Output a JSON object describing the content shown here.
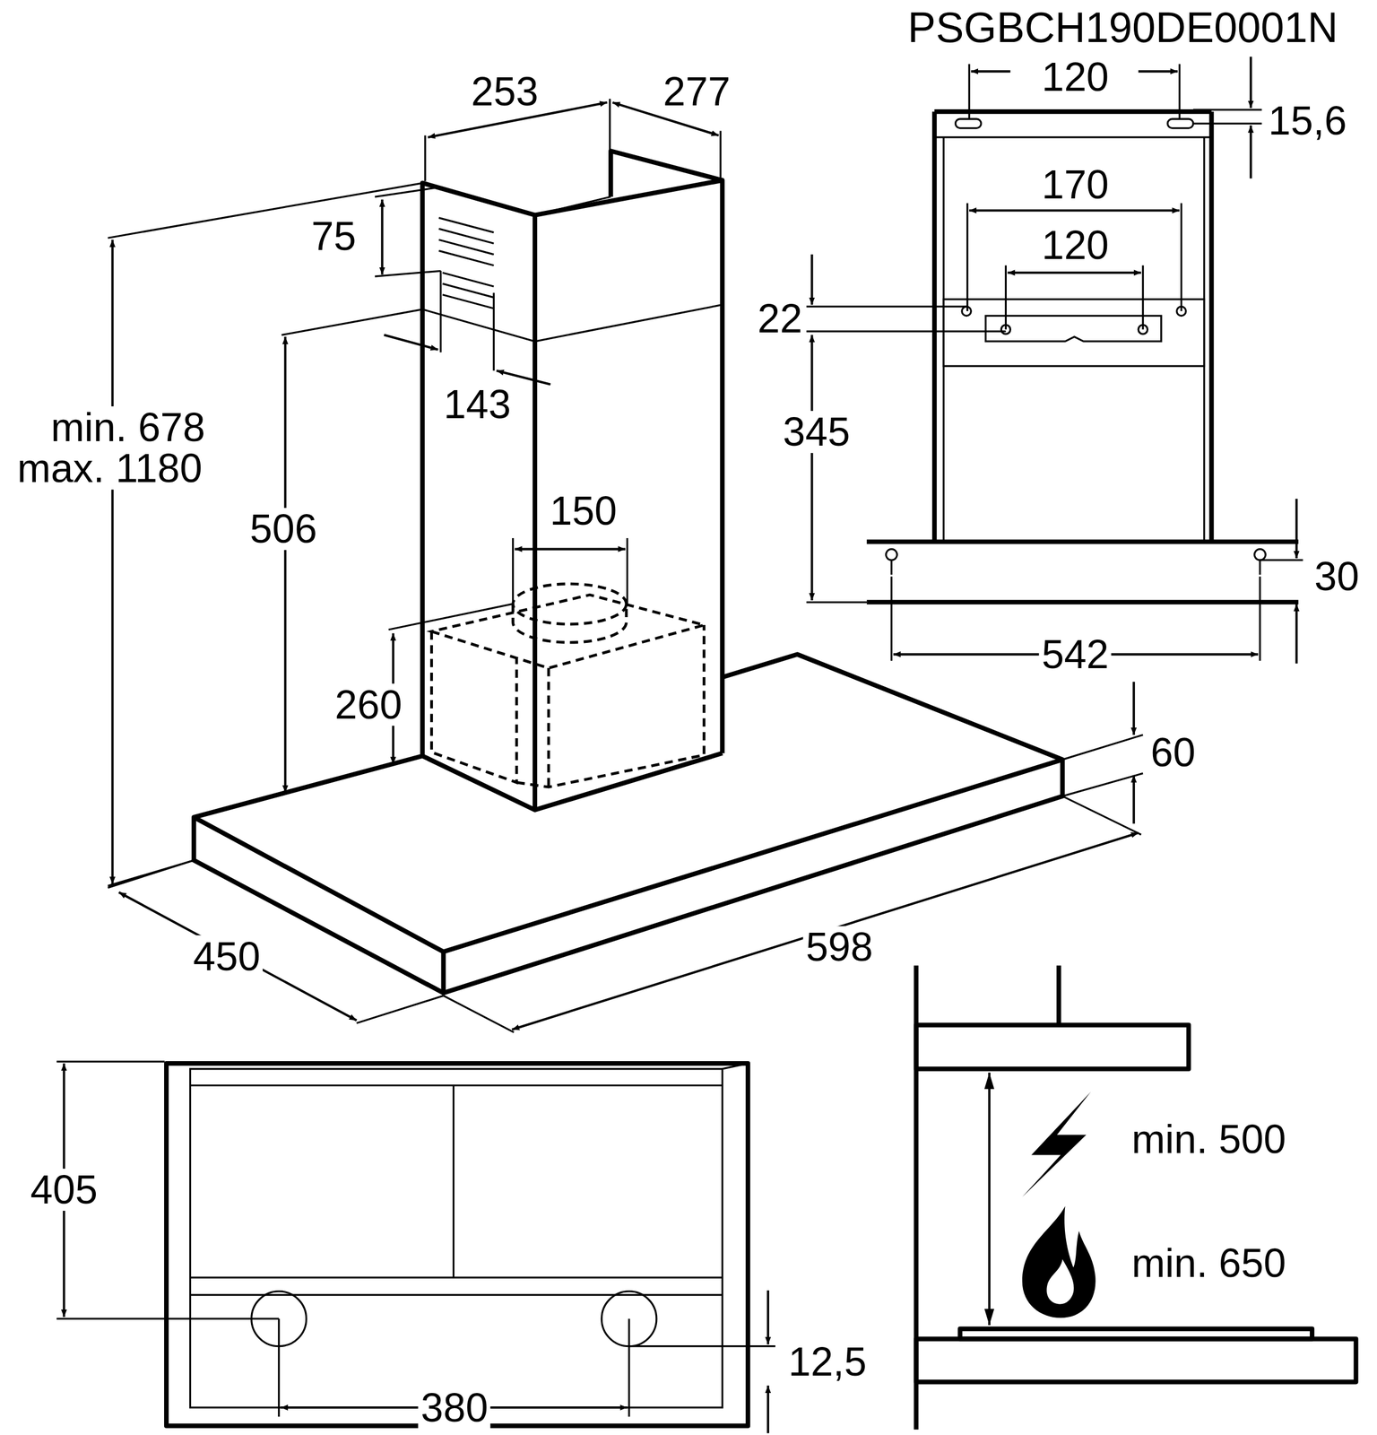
{
  "diagram": {
    "labels": [
      "PSGBCH190DE0001N",
      "253",
      "277",
      "120",
      "15,6",
      "75",
      "170",
      "120",
      "22",
      "143",
      "345",
      "min. 678",
      "max. 1180",
      "506",
      "150",
      "30",
      "542",
      "260",
      "60",
      "450",
      "598",
      "405",
      "min. 500",
      "min. 650",
      "12,5",
      "380"
    ]
  }
}
